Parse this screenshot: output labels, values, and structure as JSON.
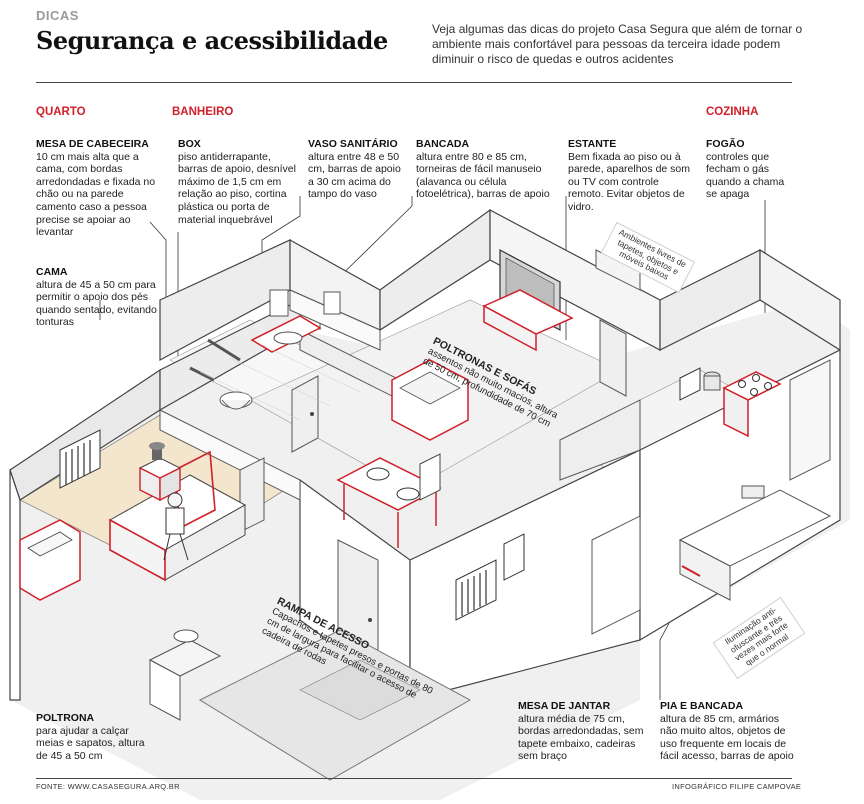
{
  "header": {
    "kicker": "DICAS",
    "title": "Segurança e acessibilidade",
    "intro": "Veja algumas das dicas do projeto Casa Segura que além de tornar o ambiente mais confortável para pessoas da terceira idade podem diminuir o risco de quedas e outros acidentes"
  },
  "rooms": {
    "quarto": "QUARTO",
    "banheiro": "BANHEIRO",
    "cozinha": "COZINHA"
  },
  "notes": {
    "mesa_cabeceira": {
      "title": "MESA DE CABECEIRA",
      "text": "10 cm mais alta que a cama, com bordas arredondadas e fixada no chão ou na parede camento caso a pessoa precise se apoiar ao levantar"
    },
    "box": {
      "title": "BOX",
      "text": "piso antiderrapante, barras de apoio, desnível máximo de 1,5 cm em relação ao piso, cortina plástica ou porta de material inquebrável"
    },
    "vaso": {
      "title": "VASO SANITÁRIO",
      "text": "altura entre 48 e 50 cm, barras de apoio a 30 cm acima do tampo do vaso"
    },
    "bancada": {
      "title": "BANCADA",
      "text": "altura entre 80 e 85 cm, torneiras de fácil manuseio (alavanca ou célula fotoelétrica), barras de apoio"
    },
    "estante": {
      "title": "ESTANTE",
      "text": "Bem fixada ao piso ou à parede, aparelhos de som ou TV com controle remoto. Evitar objetos de vidro."
    },
    "fogao": {
      "title": "FOGÃO",
      "text": "controles que fecham o gás quando a chama se apaga"
    },
    "cama": {
      "title": "CAMA",
      "text": "altura de 45 a 50 cm para permitir o apoio dos pés quando sentado, evitando tonturas"
    },
    "poltrona": {
      "title": "POLTRONA",
      "text": "para ajudar a calçar meias e sapatos, altura de 45 a 50 cm"
    },
    "mesa_jantar": {
      "title": "MESA DE JANTAR",
      "text": "altura média de 75 cm, bordas arredondadas, sem tapete embaixo, cadeiras sem braço"
    },
    "pia": {
      "title": "PIA E BANCADA",
      "text": "altura de 85 cm, armários não muito altos, objetos de uso frequente em locais de fácil acesso, barras de apoio"
    }
  },
  "tilted": {
    "poltronas_title": "POLTRONAS E SOFÁS",
    "poltronas_text": "assentos não muito macios, altura de 50 cm, profundidade de 70 cm",
    "rampa_title": "RAMPA DE ACESSO",
    "rampa_text": "Capachos e tapetes presos e portas de 80 cm de largura para facilitar o acesso de cadeira de rodas"
  },
  "tags": {
    "ambientes": "Ambientes livres de tapetes, objetos e móveis baixos",
    "iluminacao": "Iluminação anti-ofuscante e três vezes mais forte que o normal"
  },
  "footer": {
    "fonte": "FONTE: WWW.CASASEGURA.ARQ.BR",
    "credito": "INFOGRÁFICO FILIPE CAMPOVAE"
  },
  "colors": {
    "accent": "#d0202a",
    "wall": "#ffffff",
    "wall_line": "#555555",
    "floor": "#f2f2f2",
    "wood_floor": "#f3e6cc"
  }
}
